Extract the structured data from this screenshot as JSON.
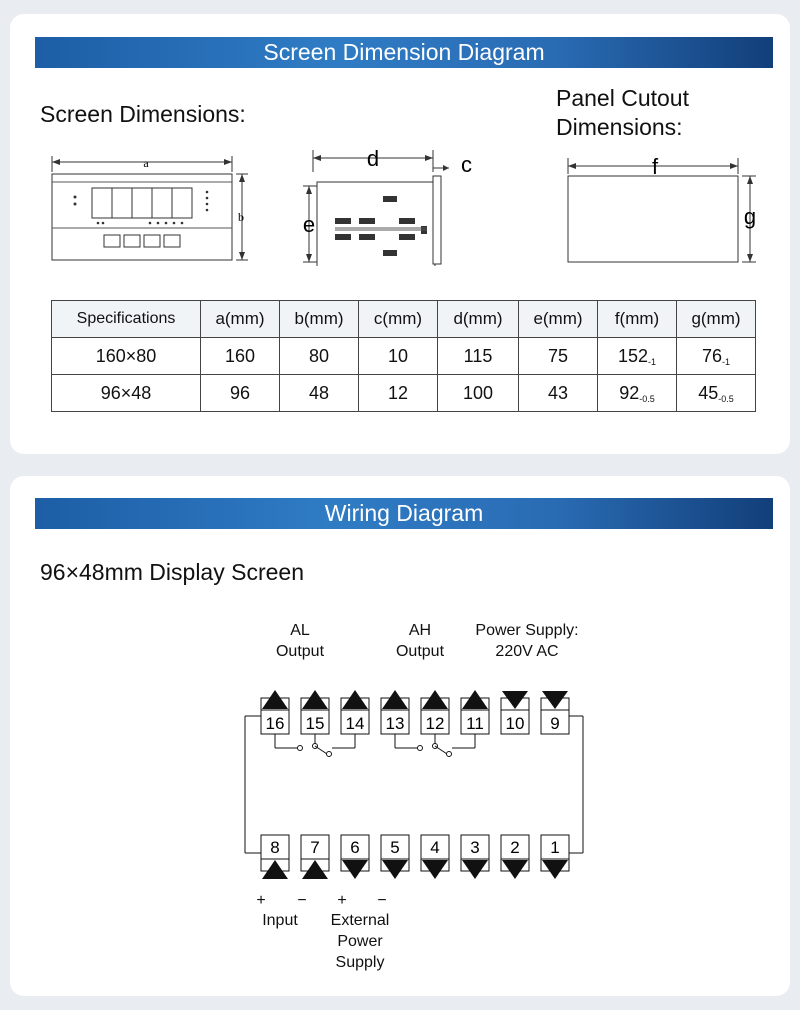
{
  "section1": {
    "title": "Screen Dimension Diagram",
    "screen_heading": "Screen Dimensions:",
    "panel_heading_line1": "Panel Cutout",
    "panel_heading_line2": "Dimensions:",
    "dim_labels": {
      "a": "a",
      "b": "b",
      "c": "c",
      "d": "d",
      "e": "e",
      "f": "f",
      "g": "g"
    }
  },
  "spec_table": {
    "headers": [
      "Specifications",
      "a(mm)",
      "b(mm)",
      "c(mm)",
      "d(mm)",
      "e(mm)",
      "f(mm)",
      "g(mm)"
    ],
    "rows": [
      {
        "spec": "160×80",
        "a": "160",
        "b": "80",
        "c": "10",
        "d": "115",
        "e": "75",
        "f": "152",
        "f_tol": "-1",
        "g": "76",
        "g_tol": "-1"
      },
      {
        "spec": "96×48",
        "a": "96",
        "b": "48",
        "c": "12",
        "d": "100",
        "e": "43",
        "f": "92",
        "f_tol": "-0.5",
        "g": "45",
        "g_tol": "-0.5"
      }
    ]
  },
  "section2": {
    "title": "Wiring Diagram",
    "subtitle": "96×48mm Display Screen",
    "labels": {
      "al_line1": "AL",
      "al_line2": "Output",
      "ah_line1": "AH",
      "ah_line2": "Output",
      "power_line1": "Power Supply:",
      "power_line2": "220V AC",
      "input": "Input",
      "ext_line1": "External",
      "ext_line2": "Power",
      "ext_line3": "Supply",
      "plus": "+",
      "minus": "−"
    },
    "top_terminals": [
      "16",
      "15",
      "14",
      "13",
      "12",
      "11",
      "10",
      "9"
    ],
    "bottom_terminals": [
      "8",
      "7",
      "6",
      "5",
      "4",
      "3",
      "2",
      "1"
    ]
  }
}
